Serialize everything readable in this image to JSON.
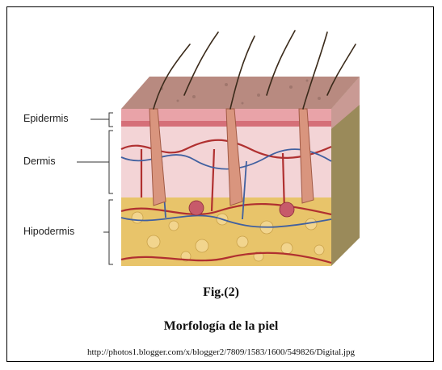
{
  "labels": {
    "epidermis": "Epidermis",
    "dermis": "Dermis",
    "hipodermis": "Hipodermis"
  },
  "caption": {
    "figure_number": "Fig.(2)",
    "title": "Morfología de la piel",
    "source_url": "http://photos1.blogger.com/x/blogger2/7809/1583/1600/549826/Digital.jpg"
  },
  "colors": {
    "epidermis_top": "#b88a80",
    "epidermis_band": "#e9a3a8",
    "dermis": "#f3d4d6",
    "hipodermis": "#e8c46a",
    "side_face": "#9a8a5a",
    "hair": "#3a2a1a",
    "vessel_red": "#b03030",
    "vessel_blue": "#4060a0"
  }
}
